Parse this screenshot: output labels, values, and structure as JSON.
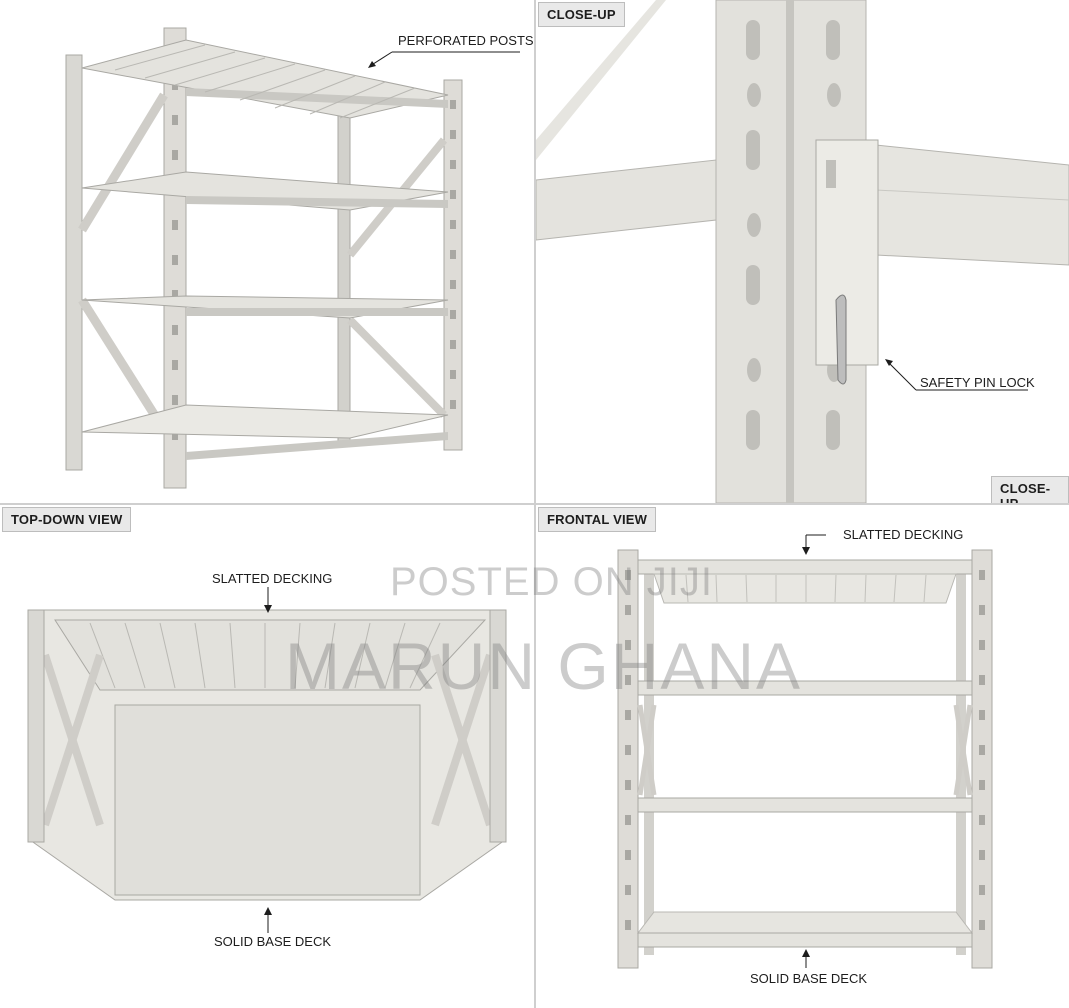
{
  "panels": {
    "top_left": {
      "callout": "PERFORATED POSTS"
    },
    "top_right": {
      "tag_top": "CLOSE-UP",
      "tag_bottom": "CLOSE-UP",
      "callout": "SAFETY PIN LOCK"
    },
    "bottom_left": {
      "tag": "TOP-DOWN VIEW",
      "callout_top": "SLATTED DECKING",
      "callout_bottom": "SOLID BASE DECK"
    },
    "bottom_right": {
      "tag": "FRONTAL VIEW",
      "callout_top": "SLATTED DECKING",
      "callout_bottom": "SOLID BASE DECK"
    }
  },
  "watermark": {
    "line1": "POSTED ON JIJI",
    "line2": "MARUN GHANA"
  },
  "colors": {
    "steel": "#d9d8d3",
    "steel_dark": "#a9a8a3",
    "label_bg": "#e9e9e9",
    "text": "#1d1d1d"
  }
}
